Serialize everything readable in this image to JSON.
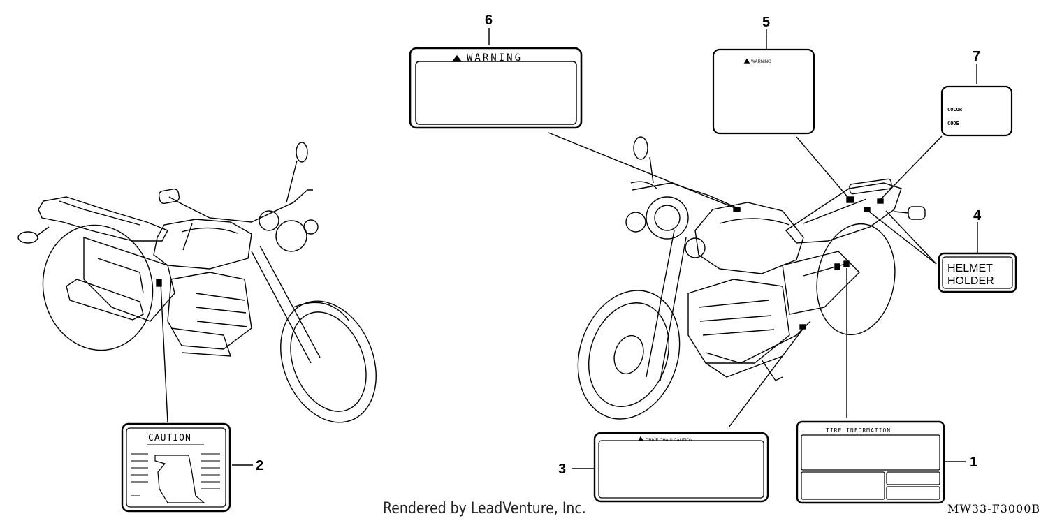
{
  "callouts": {
    "n1": "1",
    "n2": "2",
    "n3": "3",
    "n4": "4",
    "n5": "5",
    "n6": "6",
    "n7": "7"
  },
  "labels": {
    "warning_large": "WARNING",
    "warning_small": "WARNING",
    "color": "COLOR",
    "code": "CODE",
    "helmet": "HELMET",
    "holder": "HOLDER",
    "caution": "CAUTION",
    "drive_chain_caution": "DRIVE CHAIN CAUTION",
    "tire_information": "TIRE  INFORMATION"
  },
  "footer": {
    "rendered_by": "Rendered by LeadVenture, Inc.",
    "diagram_code": "MW33-F3000B"
  },
  "colors": {
    "line": "#000000",
    "background": "#ffffff"
  }
}
